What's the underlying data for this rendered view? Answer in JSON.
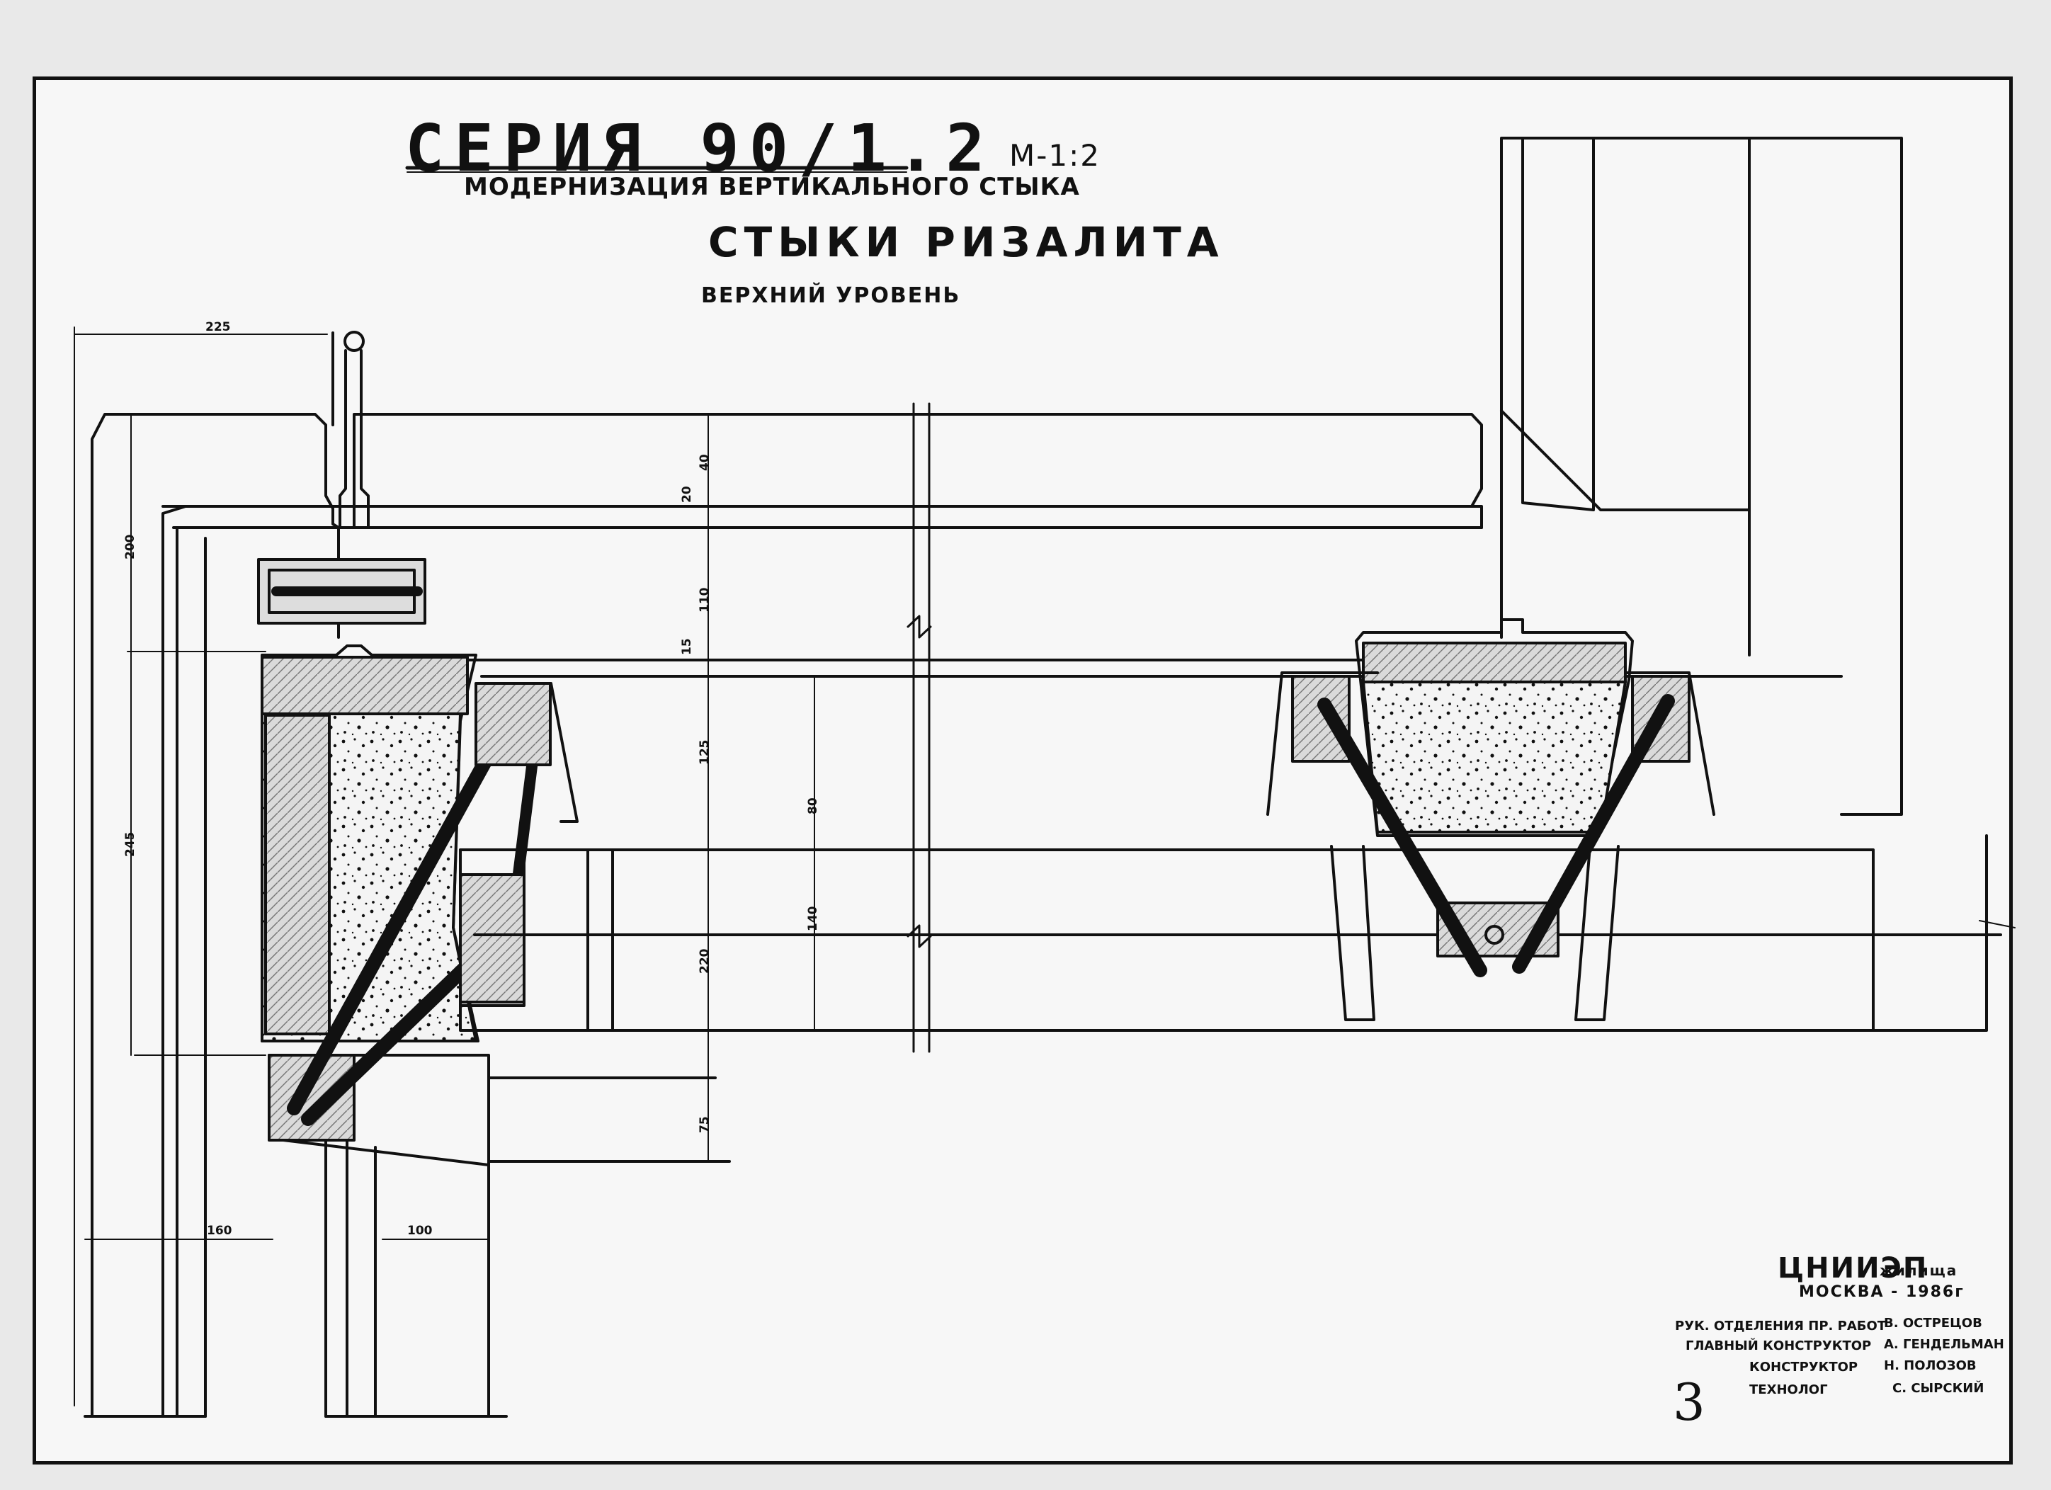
{
  "header": {
    "series": "СЕРИЯ 90/1.2",
    "subtitle": "МОДЕРНИЗАЦИЯ ВЕРТИКАЛЬНОГО СТЫКА",
    "scale": "М-1:2",
    "title": "СТЫКИ РИЗАЛИТА",
    "level": "ВЕРХНИЙ УРОВЕНЬ"
  },
  "dimensions": {
    "top_width": "225",
    "left_height": "200",
    "left_height2": "245",
    "d20": "20",
    "d40": "40",
    "d110": "110",
    "d15": "15",
    "d125": "125",
    "d80": "80",
    "d140": "140",
    "d220": "220",
    "d75": "75",
    "bottom_left": "160",
    "bottom_right": "100"
  },
  "title_block": {
    "org": "ЦНИИЭП",
    "org_sub": "жилища",
    "city": "МОСКВА - 1986г",
    "rows": [
      {
        "role": "РУК. ОТДЕЛЕНИЯ ПР. РАБОТ",
        "name": "В. ОСТРЕЦОВ"
      },
      {
        "role": "ГЛАВНЫЙ КОНСТРУКТОР",
        "name": "А. ГЕНДЕЛЬМАН"
      },
      {
        "role": "КОНСТРУКТОР",
        "name": "Н. ПОЛОЗОВ"
      },
      {
        "role": "ТЕХНОЛОГ",
        "name": "С. СЫРСКИЙ"
      }
    ],
    "sheet_number": "3"
  },
  "colors": {
    "ink": "#111111",
    "paper": "#f7f7f7",
    "grout": "#dcdcdc"
  }
}
